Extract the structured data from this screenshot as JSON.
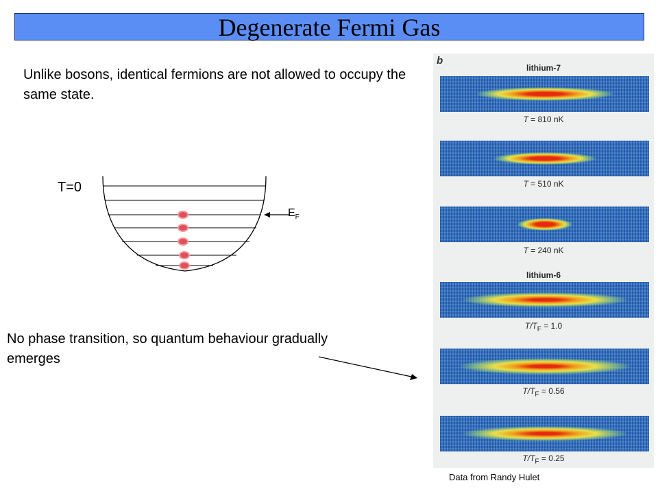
{
  "title": "Degenerate Fermi Gas",
  "intro_text": "Unlike bosons, identical fermions are not allowed to occupy the same state.",
  "diagram": {
    "temperature_label": "T=0",
    "fermi_label_main": "E",
    "fermi_label_sub": "F"
  },
  "bottom_text": "No phase transition, so quantum behaviour gradually emerges",
  "figure": {
    "panel_letter": "b",
    "groups": [
      {
        "header": "lithium-7",
        "panels": [
          {
            "caption_var": "T",
            "caption_rest": " = 810 nK"
          },
          {
            "caption_var": "T",
            "caption_rest": " = 510 nK"
          },
          {
            "caption_var": "T",
            "caption_rest": " = 240 nK"
          }
        ]
      },
      {
        "header": "lithium-6",
        "panels": [
          {
            "caption_var": "T/T",
            "caption_sub": "F",
            "caption_rest": " = 1.0"
          },
          {
            "caption_var": "T/T",
            "caption_sub": "F",
            "caption_rest": " = 0.56"
          },
          {
            "caption_var": "T/T",
            "caption_sub": "F",
            "caption_rest": " = 0.25"
          }
        ]
      }
    ]
  },
  "credit": "Data from Randy Hulet",
  "colors": {
    "title_bar": "#5b8ef5",
    "particle": "#e0505a",
    "cloud_bg": "#3b78c0"
  }
}
